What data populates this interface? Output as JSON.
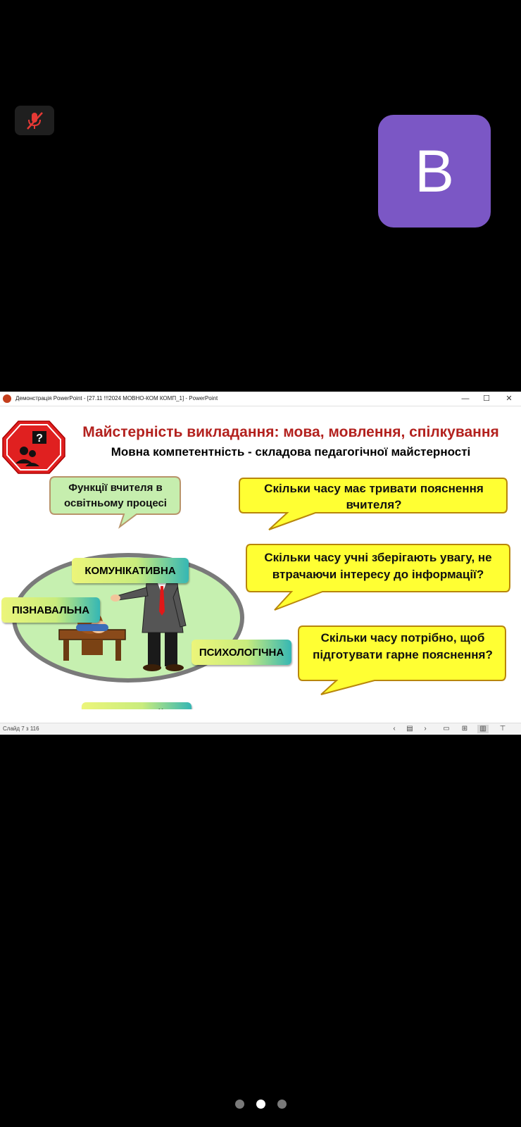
{
  "window": {
    "title": "Демонстрація PowerPoint - [27.11 !!!2024 МОВНО-КОМ КОМП_1] - PowerPoint",
    "minimize": "—",
    "maximize": "☐",
    "close": "✕"
  },
  "participant": {
    "avatar_letter": "B",
    "avatar_color": "#7b57c5"
  },
  "slide": {
    "title": "Майстерність викладання: мова, мовлення, спілкування",
    "subtitle": "Мовна компетентність - складова педагогічної майстерності",
    "functions_bubble": "Функції вчителя в освітньому процесі",
    "functions": {
      "communicative": "КОМУНІКАТИВНА",
      "cognitive": "ПІЗНАВАЛЬНА",
      "psychological": "ПСИХОЛОГІЧНА",
      "organizational": "ОРГАНІЗАЦІЙНА"
    },
    "questions": [
      "Скільки часу має тривати пояснення вчителя?",
      "Скільки часу учні зберігають увагу, не втрачаючи інтересу до інформації?",
      "Скільки часу потрібно, щоб підготувати гарне пояснення?"
    ],
    "colors": {
      "title": "#b3211e",
      "question_fill": "#ffff33",
      "question_border": "#b8860b",
      "ellipse_fill": "#c6f0b0",
      "ellipse_border": "#7a7a7a"
    }
  },
  "status": {
    "slide_info": "Слайд 7 з 116"
  },
  "pagination": {
    "count": 3,
    "active_index": 1
  }
}
